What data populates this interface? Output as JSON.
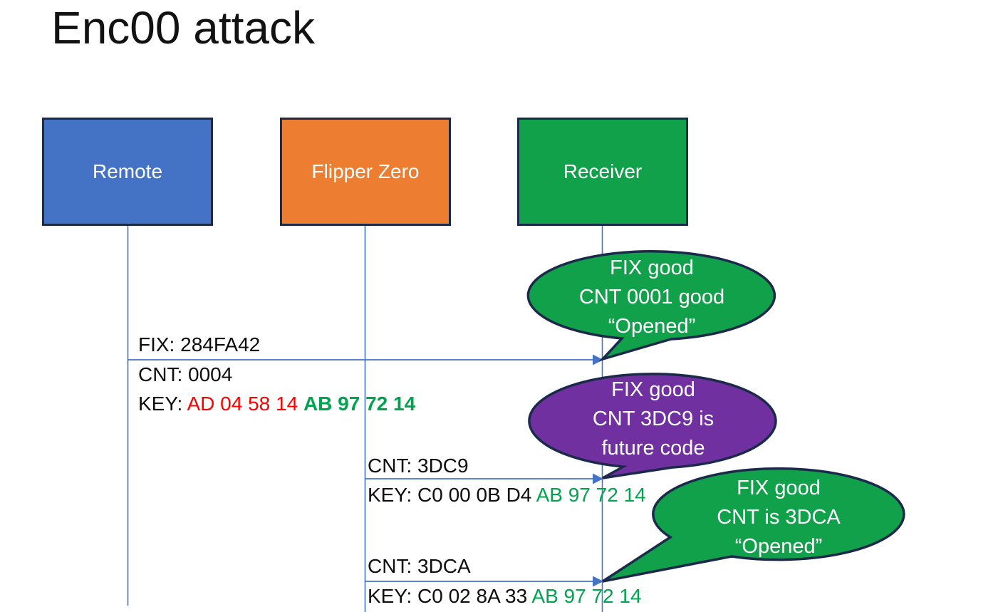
{
  "title": "Enc00 attack",
  "actors": [
    {
      "label": "Remote"
    },
    {
      "label": "Flipper Zero"
    },
    {
      "label": "Receiver"
    }
  ],
  "messages": {
    "m1": {
      "line1": "FIX: 284FA42",
      "line2": "CNT: 0004",
      "line3_prefix": "KEY: ",
      "line3_red": "AD 04 58 14 ",
      "line3_green": "AB 97 72 14"
    },
    "m2": {
      "line1": "CNT: 3DC9",
      "line2_black": "KEY: C0 00 0B D4 ",
      "line2_green": "AB 97 72 14"
    },
    "m3": {
      "line1": "CNT: 3DCA",
      "line2_black": "KEY: C0 02 8A 33 ",
      "line2_green": "AB 97 72 14"
    }
  },
  "callouts": {
    "c1": {
      "line1": "FIX good",
      "line2": "CNT 0001 good",
      "line3": "“Opened”",
      "fill": "#12A14B"
    },
    "c2": {
      "line1": "FIX good",
      "line2": "CNT 3DC9 is",
      "line3": "future code",
      "fill": "#7030A0"
    },
    "c3": {
      "line1": "FIX good",
      "line2": "CNT is 3DCA",
      "line3": "“Opened”",
      "fill": "#12A14B"
    }
  },
  "colors": {
    "actor_blue": "#4472C4",
    "actor_orange": "#ED7D31",
    "actor_green": "#12A14B",
    "callout_purple": "#7030A0",
    "outline_dark": "#1B2A4A",
    "connector_blue": "#4472C4",
    "key_red": "#FF0000",
    "key_green": "#00A44F"
  }
}
